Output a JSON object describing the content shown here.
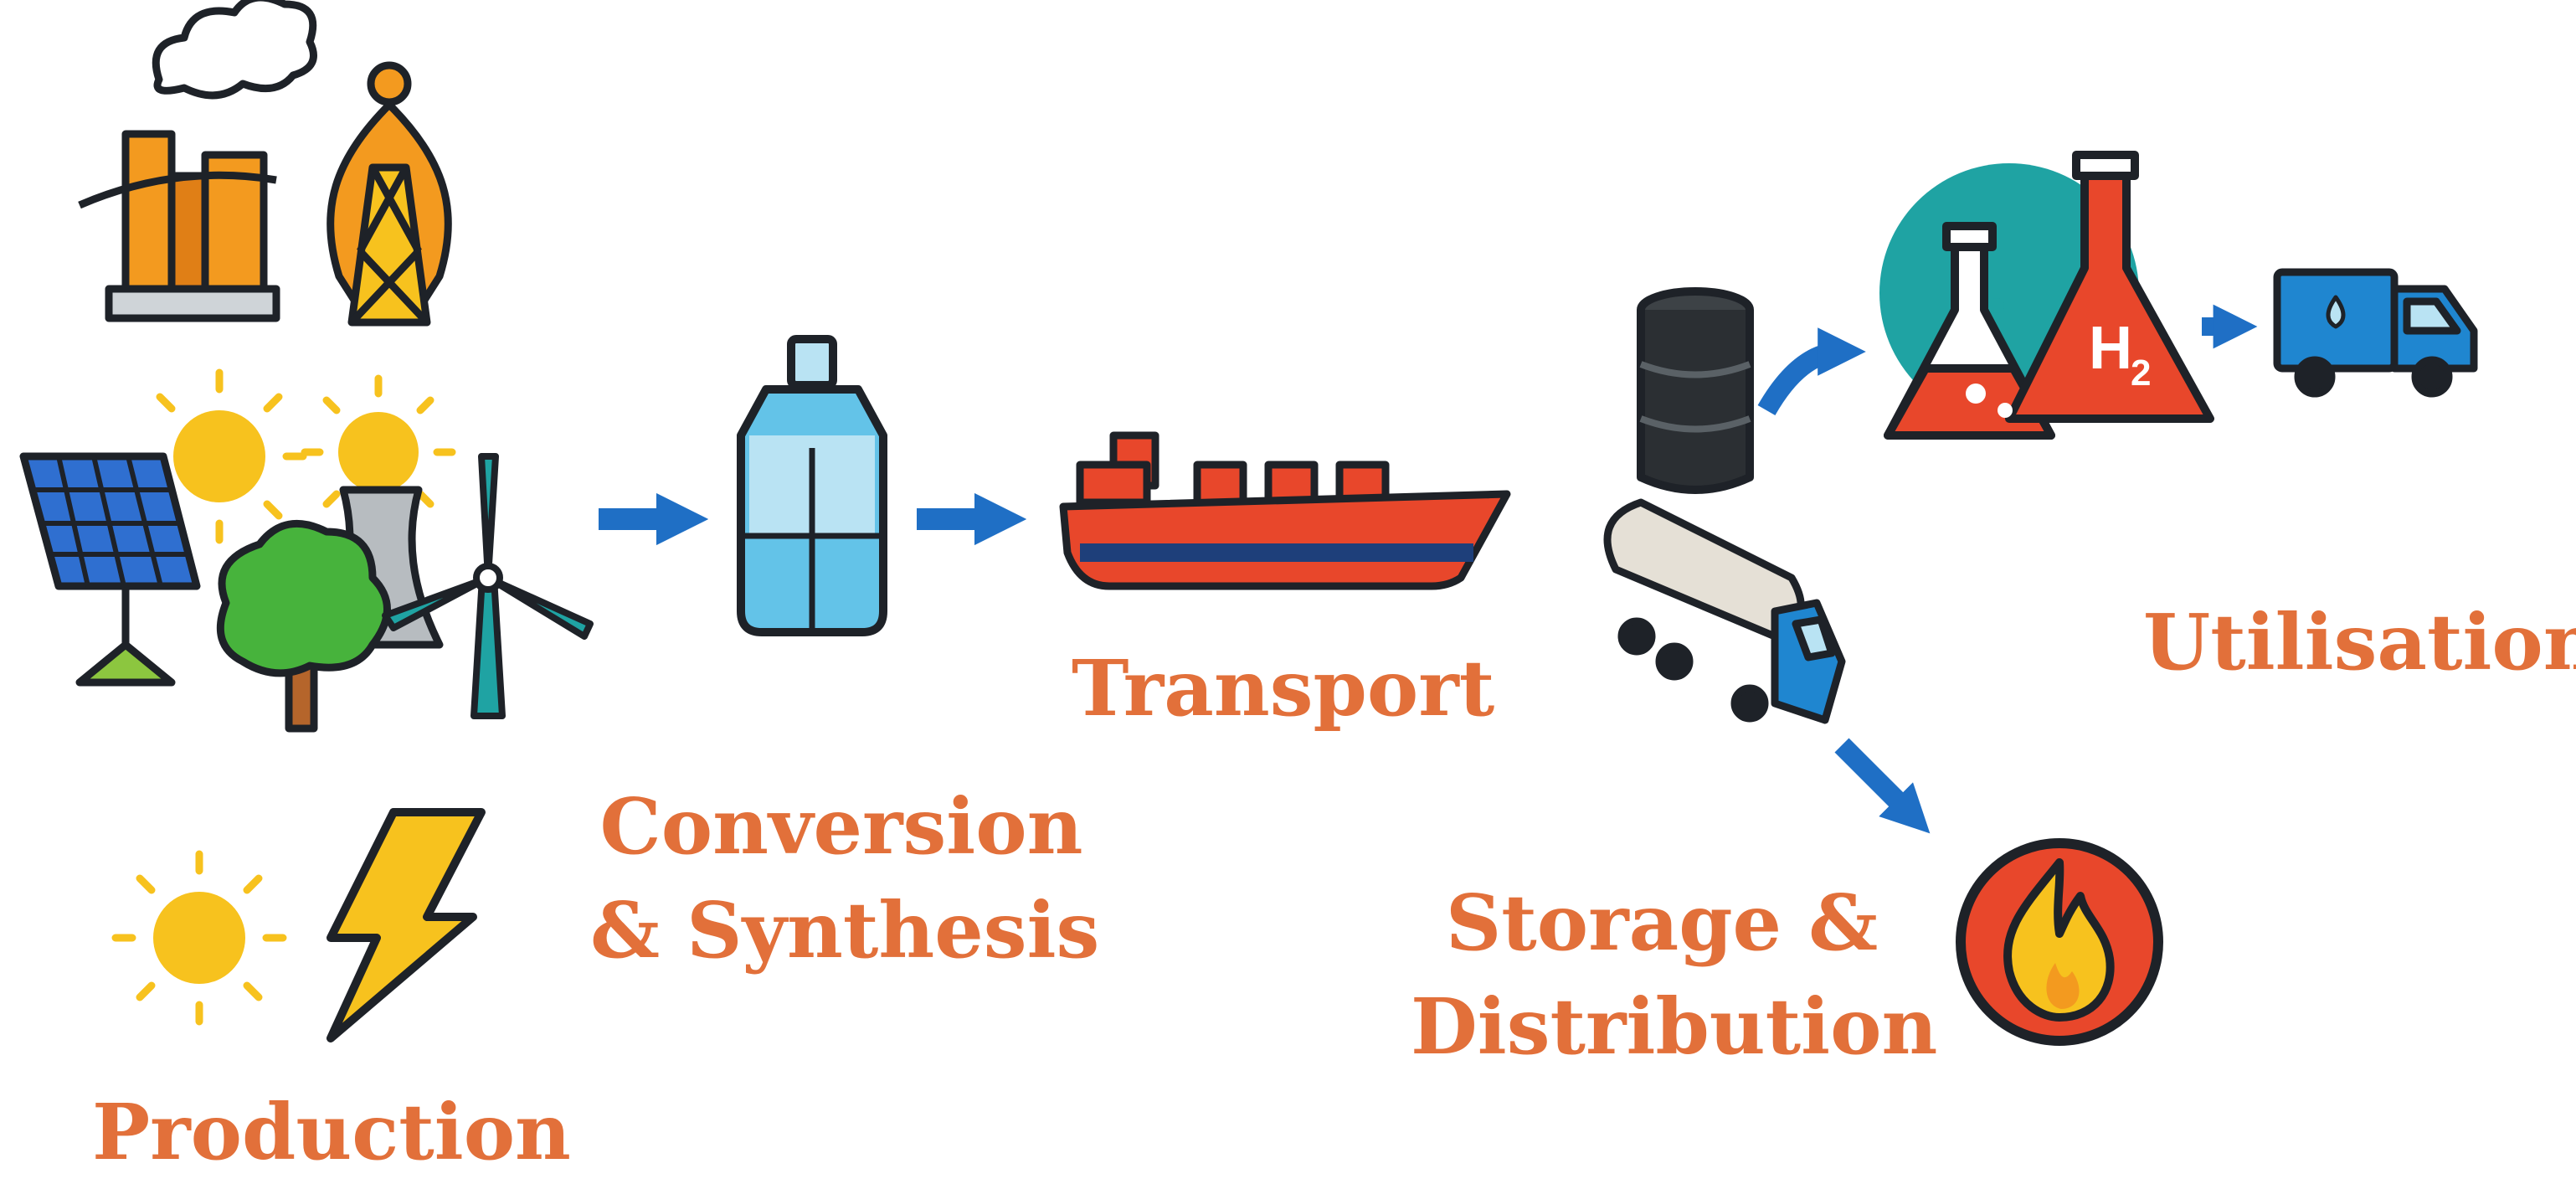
{
  "colors": {
    "label": "#e2703a",
    "arrow": "#1f6fc5",
    "outline": "#1e2228",
    "orange": "#f39a1f",
    "yellow": "#f7c21e",
    "teal": "#1fa3a3",
    "sky": "#63c3e8",
    "red": "#e8472b",
    "green": "#47b33c",
    "navy": "#1e3f7a"
  },
  "stages": {
    "production": "Production",
    "conversion_line1": "Conversion",
    "conversion_line2": "& Synthesis",
    "transport": "Transport",
    "storage_line1": "Storage &",
    "storage_line2": "Distribution",
    "utilisation": "Utilisation"
  },
  "icons": {
    "h2_formula": "H",
    "h2_subscript": "2"
  }
}
